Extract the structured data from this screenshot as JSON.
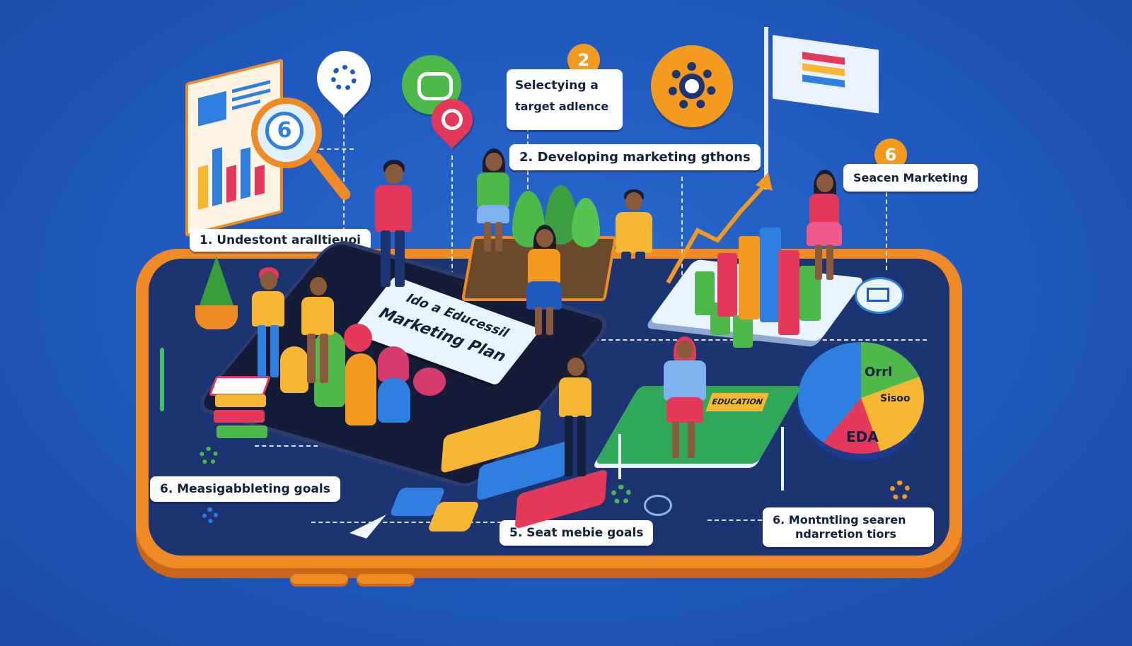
{
  "labels": {
    "step1": "1. Undestont aralltieuoi",
    "step2_title": "Selectying a",
    "step2_sub": "target adlence",
    "step2_badge": "2",
    "step3": "2. Developing marketing gthons",
    "step4": "Seacen Marketing",
    "step4_badge": "6",
    "step5": "6. Measigabbleting goals",
    "step6": "5. Seat mebie goals",
    "step7_line1": "6.  Montntling searen",
    "step7_line2": "ndarretion tiors",
    "center_line1": "Ido a Educessil",
    "center_line2": "Marketing Plan",
    "magnifier_number": "6",
    "pie_slices": [
      "Orrl",
      "Sisoo",
      "EDA"
    ],
    "small_card": "EDUCATION"
  },
  "icons": [
    "gear-pin-icon",
    "chat-bubble-icon",
    "location-pin-icon",
    "settings-gear-icon",
    "flag-icon",
    "magnifier-icon",
    "bar-chart-icon",
    "pie-chart-icon",
    "envelope-icon",
    "paper-plane-icon",
    "plant-icon",
    "books-icon"
  ],
  "colors": {
    "background": "#1f58be",
    "phone_frame": "#f08a24",
    "screen": "#1d3a7a",
    "accent_orange": "#f39a1f",
    "green": "#4fb84a",
    "red": "#e5395b",
    "blue": "#2f7fe0",
    "yellow": "#f7b733"
  }
}
